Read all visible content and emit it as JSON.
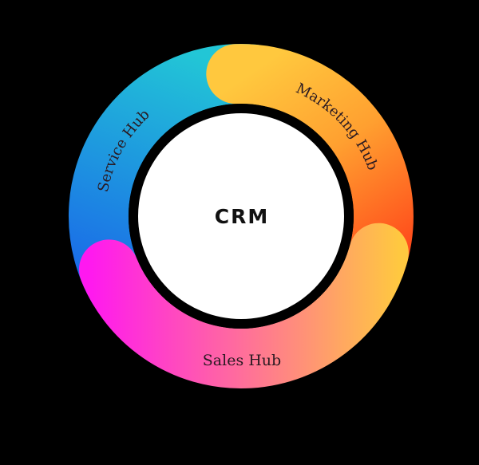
{
  "center_label": "CRM",
  "segments": [
    {
      "label": "Service Hub",
      "color_start": "#22c6d6",
      "color_end": "#1a6ae8"
    },
    {
      "label": "Marketing Hub",
      "color_start": "#ffc83e",
      "color_end": "#ff461a"
    },
    {
      "label": "Sales Hub",
      "color_start": "#ff18f0",
      "color_mid": "#ff6f9a",
      "color_end": "#ffc840"
    }
  ],
  "background": "#000000"
}
